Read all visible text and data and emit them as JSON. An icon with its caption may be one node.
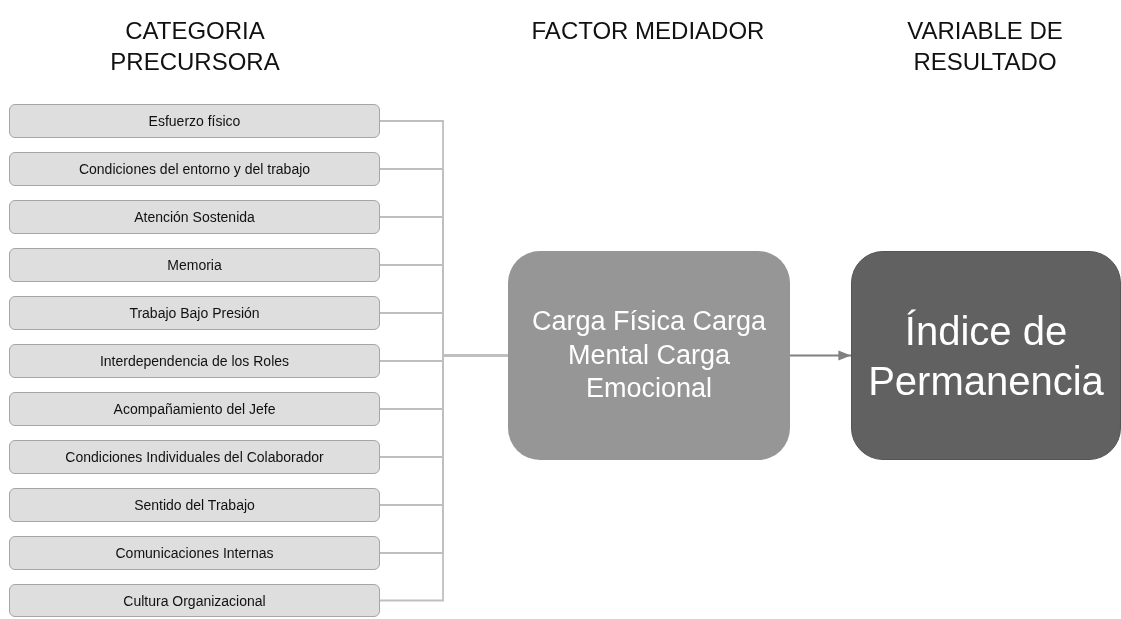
{
  "diagram": {
    "nodes": [
      {
        "text": [
          "Esfuerzo físico"
        ]
      },
      {
        "text": [
          "Condiciones del entorno y del trabajo"
        ]
      },
      {
        "text": [
          "Atención Sostenida"
        ]
      },
      {
        "text": [
          "Memoria"
        ]
      },
      {
        "text": [
          "Trabajo Bajo Presión"
        ]
      },
      {
        "text": [
          "Interdependencia de los Roles"
        ]
      },
      {
        "text": [
          "Acompañamiento del Jefe"
        ]
      },
      {
        "text": [
          "Condiciones Individuales del Colaborador"
        ]
      },
      {
        "text": [
          "Sentido del Trabajo"
        ]
      },
      {
        "text": [
          "Comunicaciones Internas"
        ]
      },
      {
        "text": [
          "Cultura Organizacional"
        ]
      },
      {
        "text": [
          "Carga Física Carga Mental Carga Emocional"
        ]
      },
      {
        "text": [
          "Índice de Permanencia"
        ]
      }
    ],
    "edges": [
      {
        "from": 0,
        "to": 11,
        "arrow": "none"
      },
      {
        "from": 1,
        "to": 11,
        "arrow": "none"
      },
      {
        "from": 2,
        "to": 11,
        "arrow": "none"
      },
      {
        "from": 3,
        "to": 11,
        "arrow": "none"
      },
      {
        "from": 4,
        "to": 11,
        "arrow": "none"
      },
      {
        "from": 5,
        "to": 11,
        "arrow": "none"
      },
      {
        "from": 6,
        "to": 11,
        "arrow": "none"
      },
      {
        "from": 7,
        "to": 11,
        "arrow": "none"
      },
      {
        "from": 8,
        "to": 11,
        "arrow": "none"
      },
      {
        "from": 9,
        "to": 11,
        "arrow": "none"
      },
      {
        "from": 10,
        "to": 11,
        "arrow": "none"
      },
      {
        "from": 11,
        "to": 12,
        "arrow": "to",
        "color": "#808080"
      }
    ],
    "labels": [
      "CATEGORIA PRECURSORA",
      "FACTOR MEDIADOR",
      "VARIABLE DE RESULTADO"
    ]
  }
}
